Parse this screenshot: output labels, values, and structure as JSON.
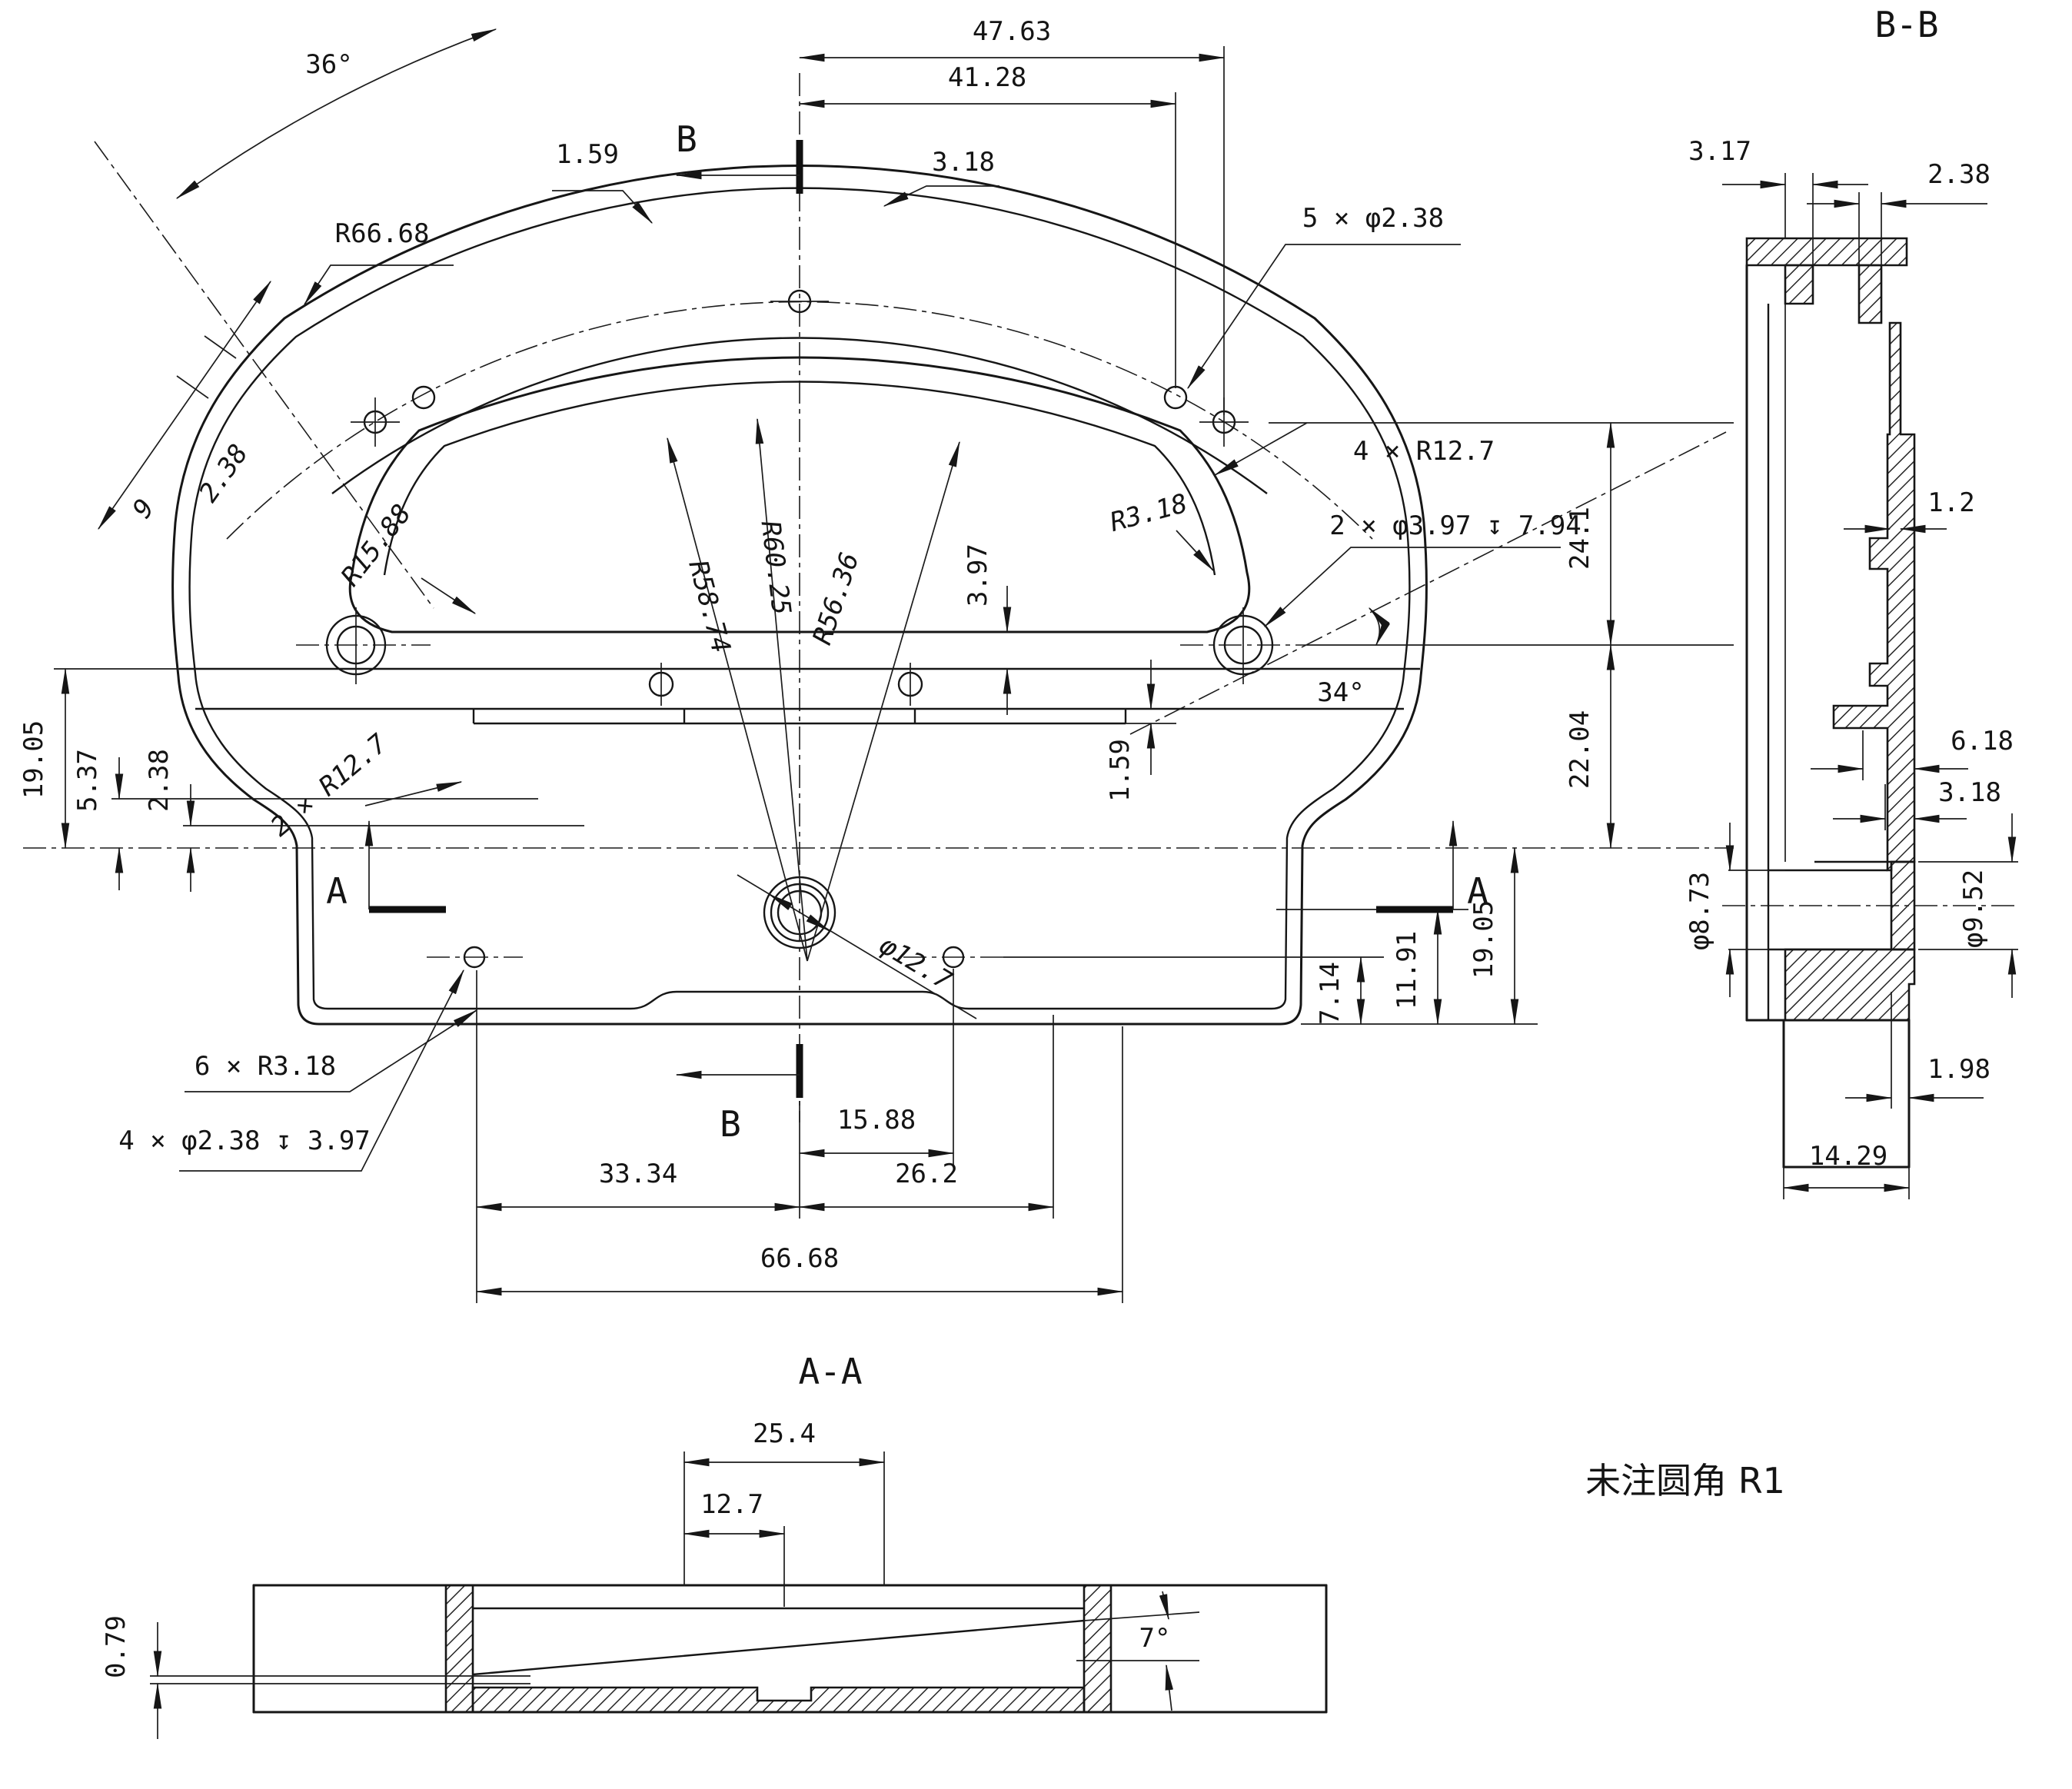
{
  "note": "未注圆角 R1",
  "front_view": {
    "marker_a": "A",
    "marker_b": "B",
    "dims": {
      "top_width": "47.63",
      "top_width_inner": "41.28",
      "rim_thickness": "3.18",
      "rim_gap": "1.59",
      "fan_angle": "36°",
      "outer_radius": "R66.68",
      "top_holes": "5 × φ2.38",
      "corner_radius": "4 × R12.7",
      "counterbore_holes": "2 × φ3.97 ↧ 7.94",
      "inner_corner_radius": "R3.18",
      "height_upper": "24.1",
      "hole_angle": "34°",
      "height_mid": "22.04",
      "height_right": "19.05",
      "height_cut": "11.91",
      "height_foot": "7.14",
      "oblique_offset": "9",
      "oblique_width": "2.38",
      "window_radius": "R15.88",
      "radius_a": "R58.74",
      "radius_b": "R60.25",
      "radius_c": "R56.36",
      "ledge_depth": "3.97",
      "ledge_step": "1.59",
      "height_left": "19.05",
      "step_left_1": "5.37",
      "step_left_2": "2.38",
      "waist_radius": "2 × R12.7",
      "center_hole": "φ12.7",
      "foot_fillets": "6 × R3.18",
      "foot_holes": "4 × φ2.38 ↧ 3.97",
      "foot_hole_offset": "15.88",
      "base_left": "33.34",
      "base_right": "26.2",
      "base_width": "66.68"
    }
  },
  "section_bb": {
    "title": "B-B",
    "dims": {
      "rim_offset": "3.17",
      "rim_step": "2.38",
      "wall_thin": "1.2",
      "wall_step": "6.18",
      "wall_thick": "3.18",
      "bore_inner": "φ8.73",
      "bore_outer": "φ9.52",
      "step_offset": "1.98",
      "foot_width": "14.29"
    }
  },
  "section_aa": {
    "title": "A-A",
    "dims": {
      "recess_width": "25.4",
      "recess_half": "12.7",
      "wall_thin": "0.79",
      "draft_angle": "7°"
    }
  }
}
